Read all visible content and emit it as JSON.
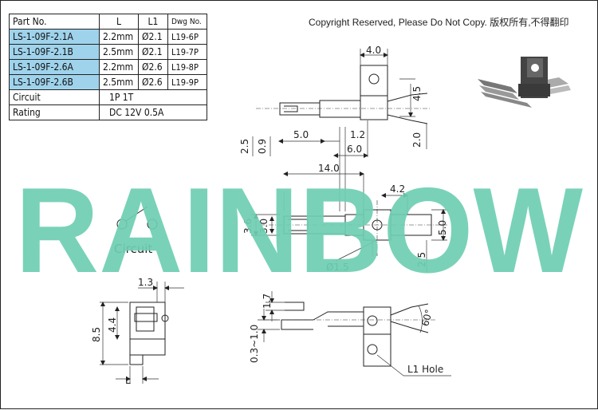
{
  "copyright": "Copyright Reserved, Please Do Not Copy. 版权所有,不得翻印",
  "watermark": "RAINBOW",
  "colors": {
    "watermark": "#6ecfb3",
    "part_cell": "#9fd3ec"
  },
  "table": {
    "headers": [
      "Part No.",
      "L",
      "L1",
      "Dwg No."
    ],
    "rows": [
      [
        "LS-1-09F-2.1A",
        "2.2mm",
        "Ø2.1",
        "L19-6P"
      ],
      [
        "LS-1-09F-2.1B",
        "2.5mm",
        "Ø2.1",
        "L19-7P"
      ],
      [
        "LS-1-09F-2.6A",
        "2.2mm",
        "Ø2.6",
        "L19-8P"
      ],
      [
        "LS-1-09F-2.6B",
        "2.5mm",
        "Ø2.6",
        "L19-9P"
      ]
    ],
    "circuit": {
      "label": "Circuit",
      "value": "1P 1T"
    },
    "rating": {
      "label": "Rating",
      "value": "DC 12V 0.5A"
    }
  },
  "drawing": {
    "circuit": "Circuit",
    "d40": "4.0",
    "d45": "4.5",
    "d20": "2.0",
    "d25a": "2.5",
    "d09": "0.9",
    "d50a": "5.0",
    "d12": "1.2",
    "d60": "6.0",
    "d140": "14.0",
    "d42": "4.2",
    "d36": "3.6",
    "d30": "3.0",
    "d50b": "5.0",
    "d25b": "2.5",
    "d15": "Ø1.5",
    "d13": "1.3",
    "d85": "8.5",
    "d44": "4.4",
    "dL": "L",
    "d17": "1.7",
    "d0310": "0.3~1.0",
    "d60deg": "60°",
    "l1hole": "L1 Hole"
  }
}
